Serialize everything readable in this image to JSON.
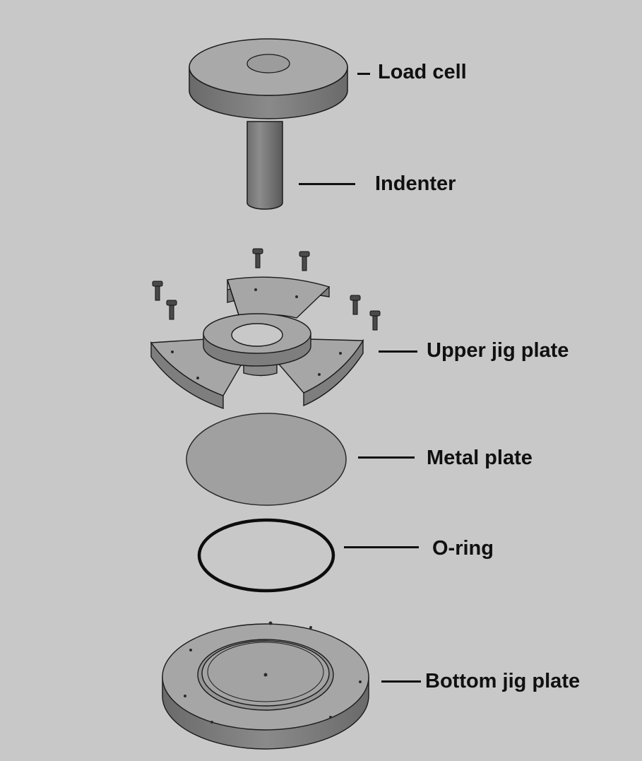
{
  "labels": {
    "load_cell": "Load cell",
    "indenter": "Indenter",
    "upper_jig_plate": "Upper jig plate",
    "metal_plate": "Metal plate",
    "o_ring": "O-ring",
    "bottom_jig_plate": "Bottom jig plate"
  },
  "colors": {
    "background": "#c8c8c8",
    "part_top": "#a6a6a6",
    "part_side": "#7e7e7e",
    "outline": "#1a1a1a"
  }
}
